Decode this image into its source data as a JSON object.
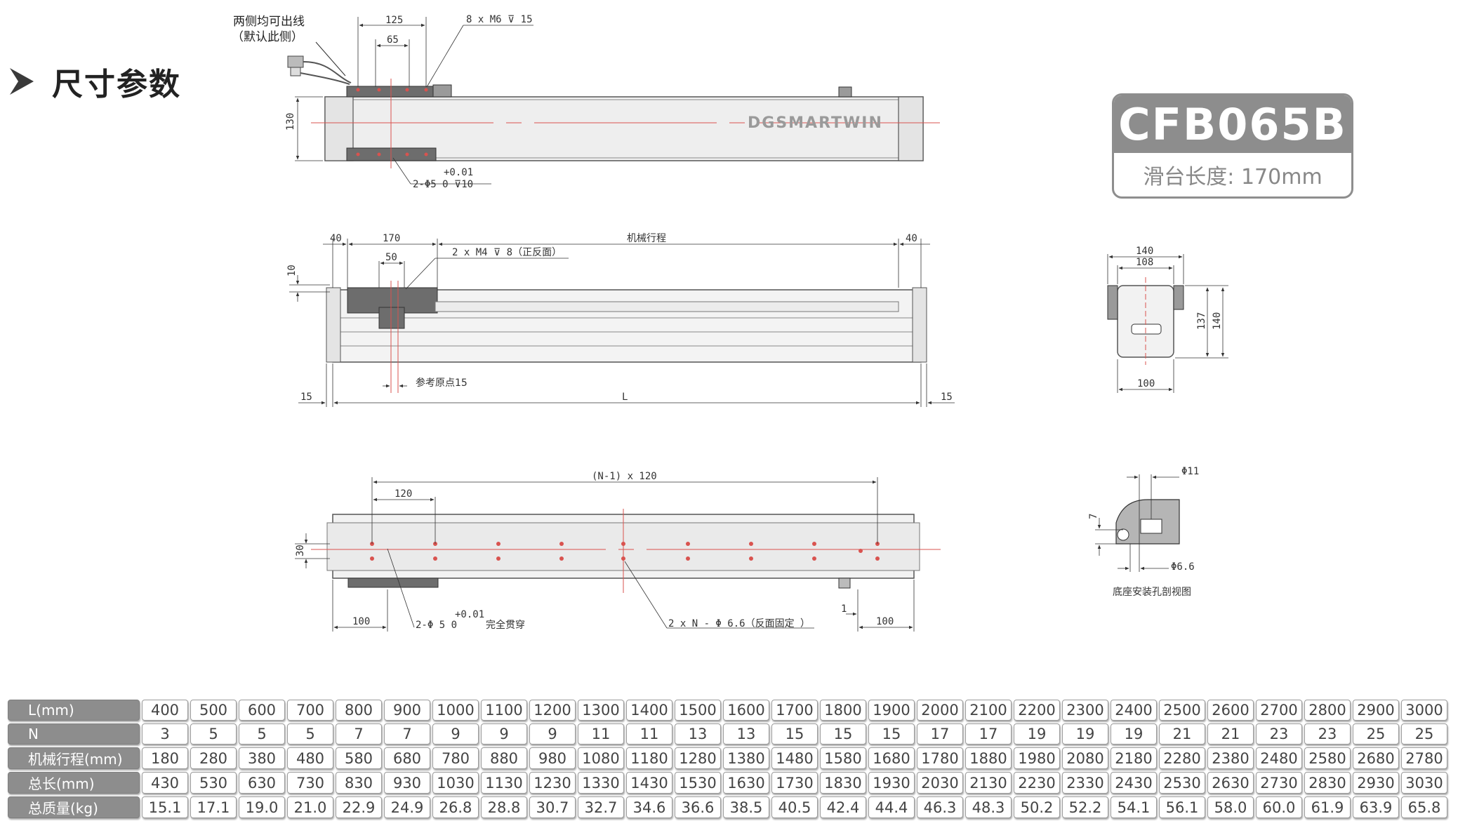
{
  "section": {
    "title": "尺寸参数"
  },
  "badge": {
    "model": "CFB065B",
    "subtitle": "滑台长度: 170mm"
  },
  "brand": {
    "logo_text": "DGSMARTWIN"
  },
  "top_view": {
    "cable_note_1": "两侧均可出线",
    "cable_note_2": "（默认此侧）",
    "dim_125": "125",
    "dim_65": "65",
    "screw_note": "8 x M6 ⊽ 15",
    "dim_130": "130",
    "pin_tol": "+0.01",
    "pin_note": "2-Φ5  0   ⊽10"
  },
  "side_view": {
    "dim_40_left": "40",
    "dim_170": "170",
    "dim_50": "50",
    "stroke_label": "机械行程",
    "dim_40_right": "40",
    "dim_10": "10",
    "screw_note": "2 x M4 ⊽ 8（正反面）",
    "origin_note": "参考原点15",
    "dim_15_left": "15",
    "dim_L": "L",
    "dim_15_right": "15"
  },
  "bottom_view": {
    "pitch_note": "(N-1) x 120",
    "dim_120": "120",
    "dim_30": "30",
    "dim_100_left": "100",
    "pin_tol": "+0.01",
    "pin_note": "2-Φ 5  0",
    "through_note": "完全贯穿",
    "hole_note": "2 x N - Φ 6.6（反面固定 ）",
    "dim_1": "1",
    "dim_100_right": "100"
  },
  "end_view": {
    "dim_140_top": "140",
    "dim_108": "108",
    "dim_137": "137",
    "dim_140_side": "140",
    "dim_100": "100"
  },
  "section_view": {
    "dia_11": "Φ11",
    "dim_7": "7",
    "dia_66": "Φ6.6",
    "caption": "底座安装孔剖视图"
  },
  "colors": {
    "accent_gray": "#8d8d8d",
    "centerline_red": "#d9534f"
  },
  "spec_table": {
    "rows": [
      {
        "label": "L(mm)",
        "values": [
          "400",
          "500",
          "600",
          "700",
          "800",
          "900",
          "1000",
          "1100",
          "1200",
          "1300",
          "1400",
          "1500",
          "1600",
          "1700",
          "1800",
          "1900",
          "2000",
          "2100",
          "2200",
          "2300",
          "2400",
          "2500",
          "2600",
          "2700",
          "2800",
          "2900",
          "3000"
        ]
      },
      {
        "label": "N",
        "values": [
          "3",
          "5",
          "5",
          "5",
          "7",
          "7",
          "9",
          "9",
          "9",
          "11",
          "11",
          "13",
          "13",
          "15",
          "15",
          "15",
          "17",
          "17",
          "19",
          "19",
          "19",
          "21",
          "21",
          "23",
          "23",
          "25",
          "25"
        ]
      },
      {
        "label": "机械行程(mm)",
        "values": [
          "180",
          "280",
          "380",
          "480",
          "580",
          "680",
          "780",
          "880",
          "980",
          "1080",
          "1180",
          "1280",
          "1380",
          "1480",
          "1580",
          "1680",
          "1780",
          "1880",
          "1980",
          "2080",
          "2180",
          "2280",
          "2380",
          "2480",
          "2580",
          "2680",
          "2780"
        ]
      },
      {
        "label": "总长(mm)",
        "values": [
          "430",
          "530",
          "630",
          "730",
          "830",
          "930",
          "1030",
          "1130",
          "1230",
          "1330",
          "1430",
          "1530",
          "1630",
          "1730",
          "1830",
          "1930",
          "2030",
          "2130",
          "2230",
          "2330",
          "2430",
          "2530",
          "2630",
          "2730",
          "2830",
          "2930",
          "3030"
        ]
      },
      {
        "label": "总质量(kg)",
        "values": [
          "15.1",
          "17.1",
          "19.0",
          "21.0",
          "22.9",
          "24.9",
          "26.8",
          "28.8",
          "30.7",
          "32.7",
          "34.6",
          "36.6",
          "38.5",
          "40.5",
          "42.4",
          "44.4",
          "46.3",
          "48.3",
          "50.2",
          "52.2",
          "54.1",
          "56.1",
          "58.0",
          "60.0",
          "61.9",
          "63.9",
          "65.8"
        ]
      }
    ]
  }
}
